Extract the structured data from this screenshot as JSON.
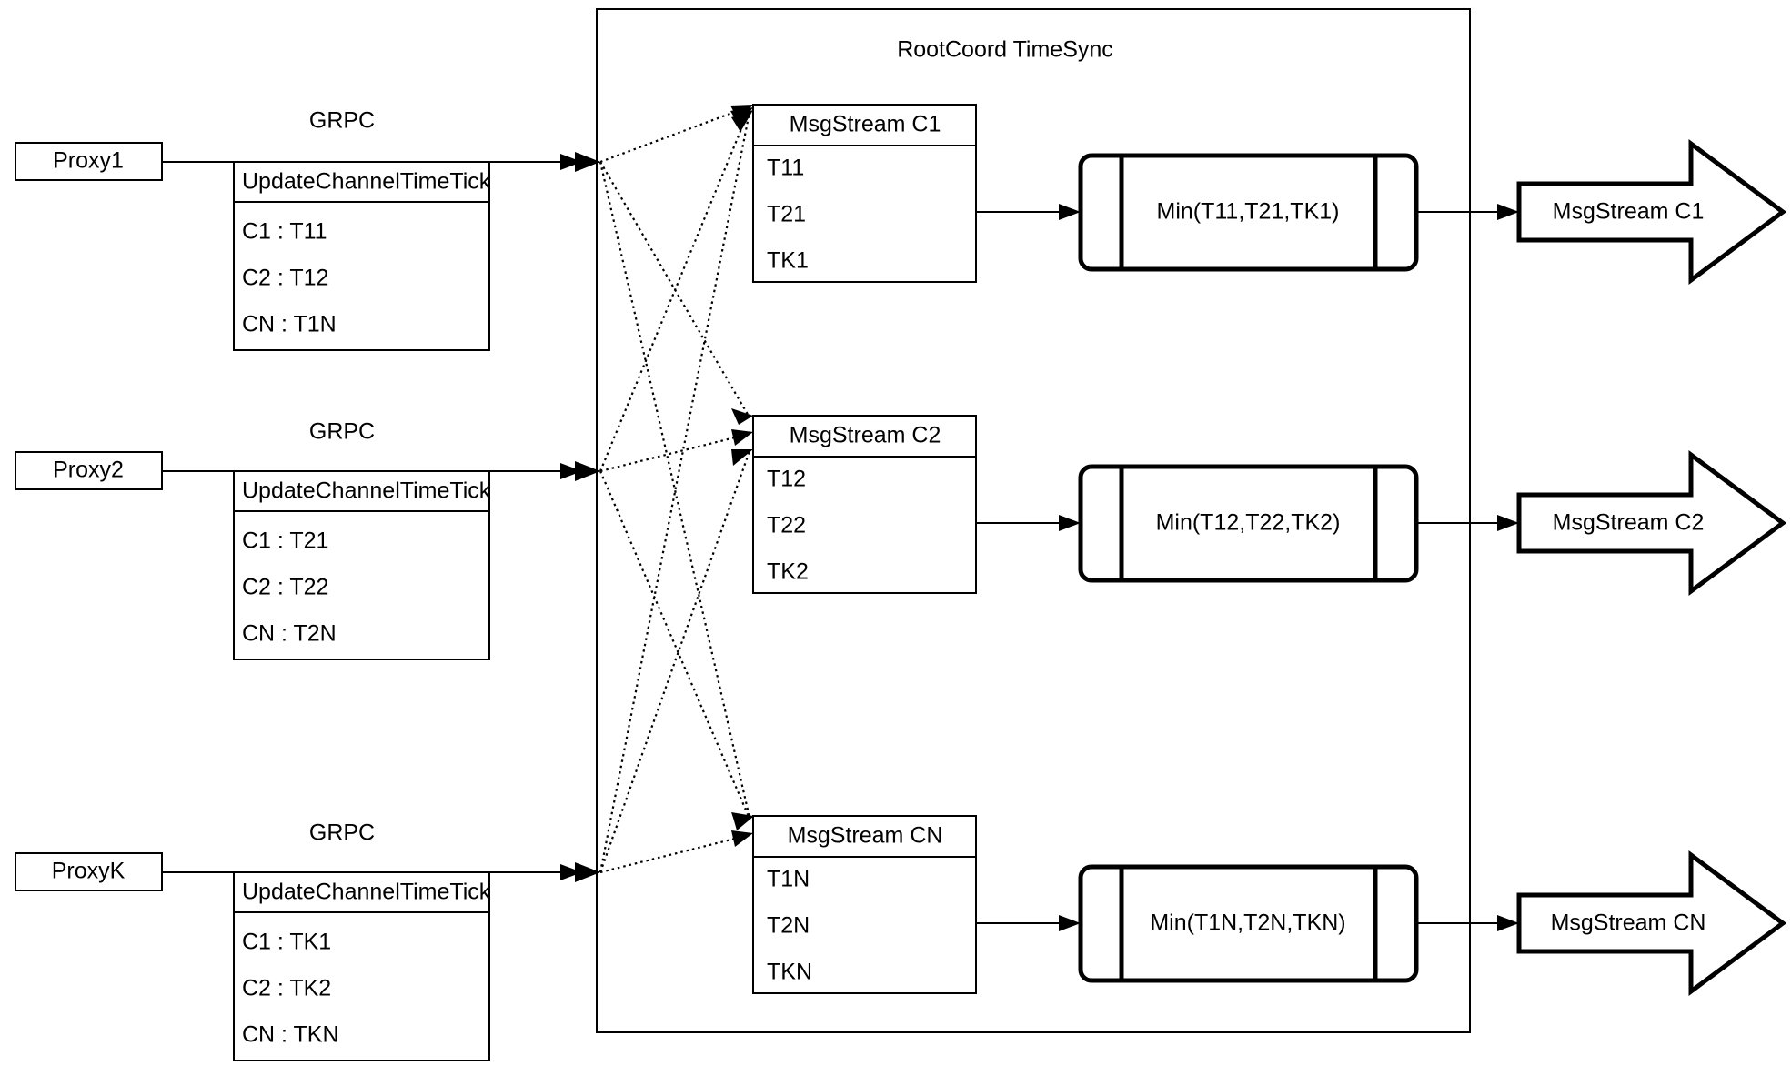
{
  "diagram": {
    "title": "RootCoord TimeSync",
    "proxies": [
      {
        "name": "Proxy1",
        "protocol_label": "GRPC",
        "request_title": "UpdateChannelTimeTick",
        "entries": [
          "C1 :  T11",
          "C2 :  T12",
          "CN : T1N"
        ]
      },
      {
        "name": "Proxy2",
        "protocol_label": "GRPC",
        "request_title": "UpdateChannelTimeTick",
        "entries": [
          "C1 :  T21",
          "C2 :  T22",
          "CN : T2N"
        ]
      },
      {
        "name": "ProxyK",
        "protocol_label": "GRPC",
        "request_title": "UpdateChannelTimeTick",
        "entries": [
          "C1 :  TK1",
          "C2 :  TK2",
          "CN : TKN"
        ]
      }
    ],
    "channels": [
      {
        "stream_title": "MsgStream C1",
        "ticks": [
          "T11",
          "T21",
          "TK1"
        ],
        "min_label": "Min(T11,T21,TK1)",
        "output_label": "MsgStream C1"
      },
      {
        "stream_title": "MsgStream C2",
        "ticks": [
          "T12",
          "T22",
          "TK2"
        ],
        "min_label": "Min(T12,T22,TK2)",
        "output_label": "MsgStream C2"
      },
      {
        "stream_title": "MsgStream CN",
        "ticks": [
          "T1N",
          "T2N",
          "TKN"
        ],
        "min_label": "Min(T1N,T2N,TKN)",
        "output_label": "MsgStream CN"
      }
    ],
    "colors": {
      "stroke": "#000000",
      "background": "#ffffff"
    }
  }
}
